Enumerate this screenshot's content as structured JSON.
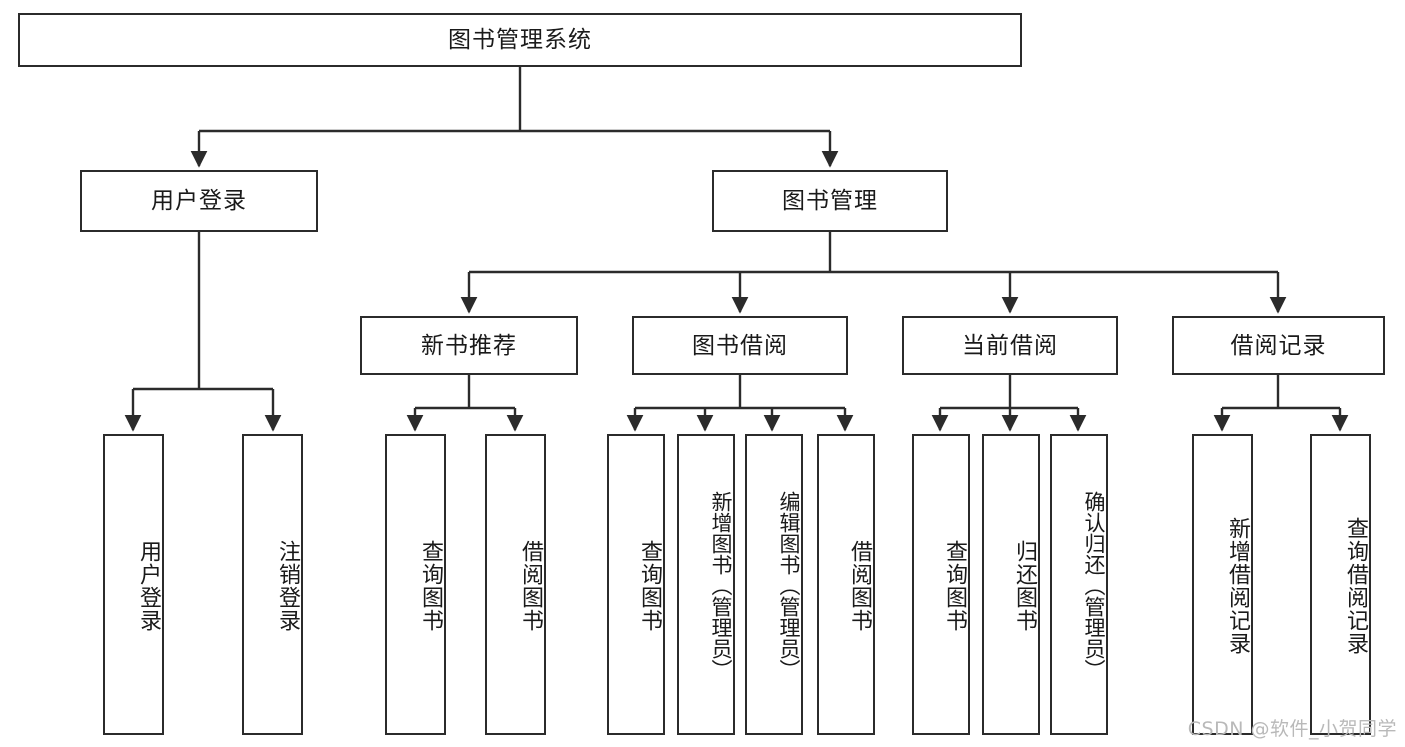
{
  "diagram": {
    "title": "图书管理系统",
    "type": "tree",
    "watermark": "CSDN @软件_小贺同学",
    "colors": {
      "stroke": "#2b2b2b",
      "fill": "#ffffff",
      "text": "#1a1a1a",
      "watermark": "#b9b9b9"
    },
    "levels": {
      "root": "图书管理系统",
      "level2": [
        "用户登录",
        "图书管理"
      ],
      "level3": [
        "新书推荐",
        "图书借阅",
        "当前借阅",
        "借阅记录"
      ],
      "leaves": [
        "用户登录",
        "注销登录",
        "查询图书",
        "借阅图书",
        "查询图书",
        "新增图书（管理员）",
        "编辑图书（管理员）",
        "借阅图书",
        "查询图书",
        "归还图书",
        "确认归还（管理员）",
        "新增借阅记录",
        "查询借阅记录"
      ]
    },
    "nodes": {
      "root": {
        "label": "图书管理系统"
      },
      "user_login": {
        "label": "用户登录"
      },
      "book_manage": {
        "label": "图书管理"
      },
      "new_book_rec": {
        "label": "新书推荐"
      },
      "book_borrow": {
        "label": "图书借阅"
      },
      "current_borrow": {
        "label": "当前借阅"
      },
      "borrow_record": {
        "label": "借阅记录"
      },
      "leaf_user_login": {
        "label": "用户登录"
      },
      "leaf_logout": {
        "label": "注销登录"
      },
      "leaf_query_book_1": {
        "label": "查询图书"
      },
      "leaf_borrow_book_1": {
        "label": "借阅图书"
      },
      "leaf_query_book_2": {
        "label": "查询图书"
      },
      "leaf_add_book": {
        "label": "新增图书（管理员）"
      },
      "leaf_edit_book": {
        "label": "编辑图书（管理员）"
      },
      "leaf_borrow_book_2": {
        "label": "借阅图书"
      },
      "leaf_query_book_3": {
        "label": "查询图书"
      },
      "leaf_return_book": {
        "label": "归还图书"
      },
      "leaf_confirm_return": {
        "label": "确认归还（管理员）"
      },
      "leaf_add_record": {
        "label": "新增借阅记录"
      },
      "leaf_query_record": {
        "label": "查询借阅记录"
      }
    }
  }
}
